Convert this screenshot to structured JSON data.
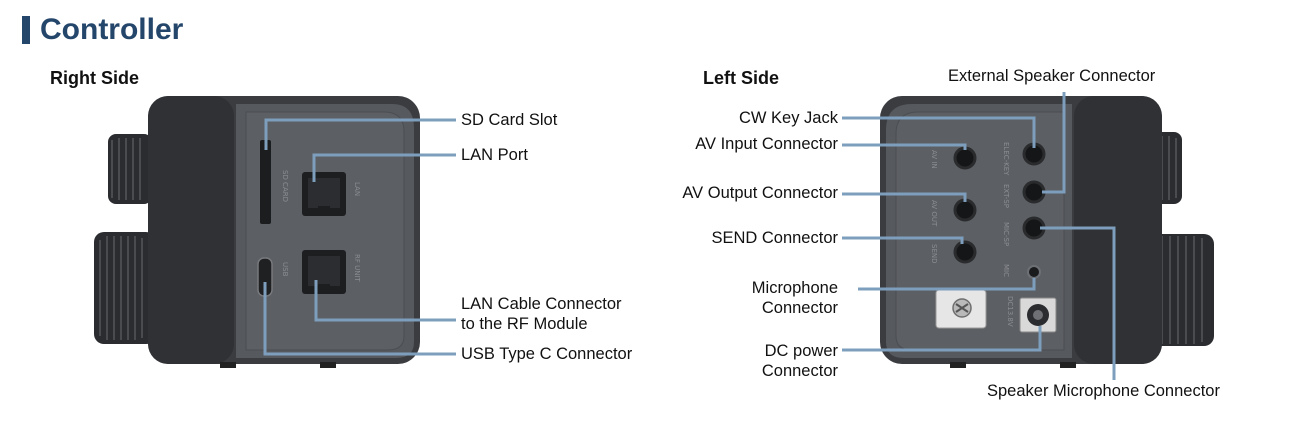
{
  "title": "Controller",
  "right_side": {
    "heading": "Right Side",
    "labels": {
      "sd_card_slot": "SD Card Slot",
      "lan_port": "LAN Port",
      "lan_cable_line1": "LAN Cable Connector",
      "lan_cable_line2": "to the RF Module",
      "usb_c": "USB Type C Connector"
    },
    "silkscreen": {
      "sd": "SD CARD",
      "lan": "LAN",
      "usb": "USB",
      "rf": "RF UNIT"
    }
  },
  "left_side": {
    "heading": "Left Side",
    "labels": {
      "ext_speaker": "External Speaker Connector",
      "cw_key": "CW Key Jack",
      "av_input": "AV Input Connector",
      "av_output": "AV Output Connector",
      "send": "SEND Connector",
      "mic_line1": "Microphone",
      "mic_line2": "Connector",
      "dc_line1": "DC power",
      "dc_line2": "Connector",
      "spk_mic": "Speaker Microphone Connector"
    },
    "silkscreen": {
      "av_in": "AV IN",
      "av_out": "AV OUT",
      "send": "SEND",
      "elec_key": "ELEC-KEY",
      "ext_sp": "EXT-SP",
      "mic_sp": "MIC-SP",
      "mic": "MIC",
      "dc": "DC13.8V"
    }
  },
  "colors": {
    "leader_line": "#7d9fbd",
    "title": "#24466b",
    "body_dark": "#3a3c40",
    "panel": "#56595e"
  }
}
